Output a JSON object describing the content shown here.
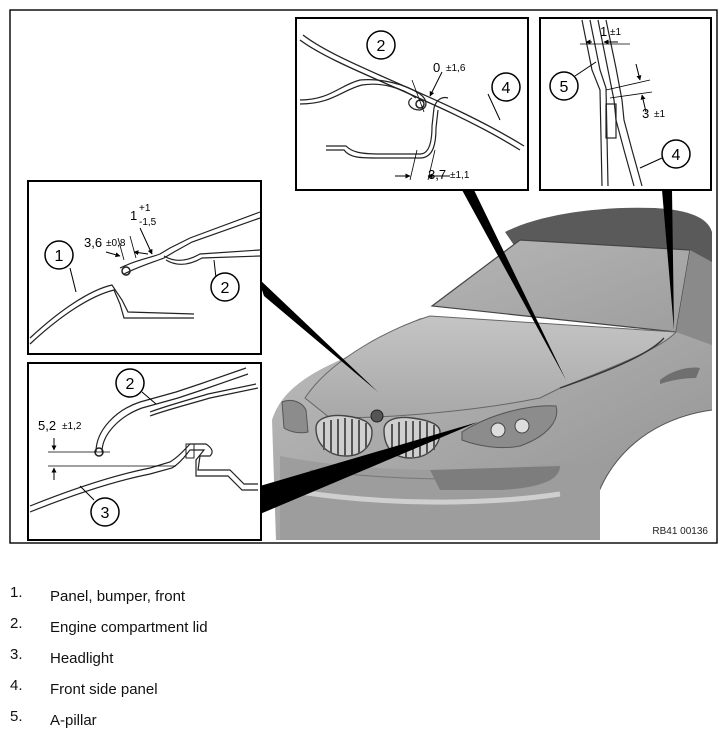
{
  "callouts": {
    "c1": "1",
    "c2": "2",
    "c3": "3",
    "c4": "4",
    "c5": "5"
  },
  "dimensions": {
    "top_center_gap": "0",
    "top_center_gap_tol": "±1,6",
    "top_center_offset": "3,7",
    "top_center_offset_tol": "±1,1",
    "top_right_gap": "1",
    "top_right_gap_tol": "±1",
    "top_right_offset": "3",
    "top_right_offset_tol": "±1",
    "left_gap": "3,6",
    "left_gap_tol": "±0,8",
    "left_offset": "1",
    "left_offset_tol_upper": "+1",
    "left_offset_tol_lower": "-1,5",
    "bottom_offset": "5,2",
    "bottom_offset_tol": "±1,2"
  },
  "reference": "RB41 00136",
  "legend": [
    {
      "num": "1.",
      "text": "Panel, bumper, front"
    },
    {
      "num": "2.",
      "text": "Engine compartment lid"
    },
    {
      "num": "3.",
      "text": "Headlight"
    },
    {
      "num": "4.",
      "text": "Front side panel"
    },
    {
      "num": "5.",
      "text": "A-pillar"
    }
  ]
}
